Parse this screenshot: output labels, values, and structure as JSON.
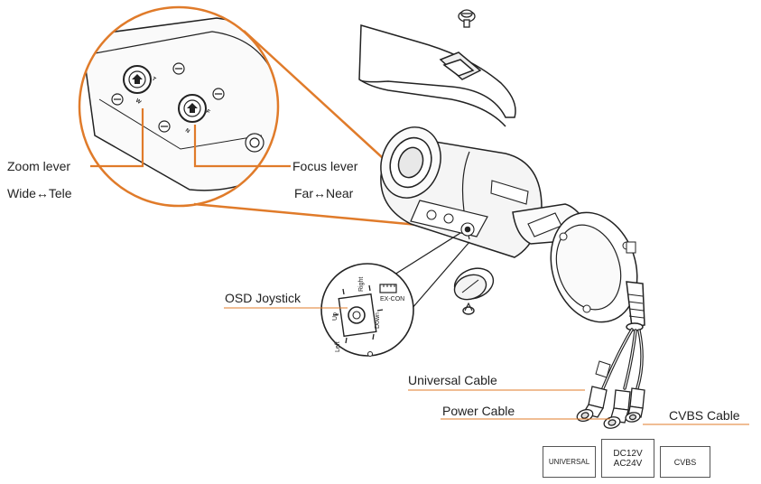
{
  "labels": {
    "zoom_lever": "Zoom lever",
    "wide_tele": "Wide↔Tele",
    "focus_lever": "Focus lever",
    "far_near": "Far↔Near",
    "osd_joystick": "OSD Joystick",
    "universal_cable": "Universal Cable",
    "power_cable": "Power Cable",
    "cvbs_cable": "CVBS Cable"
  },
  "joystick_directions": {
    "up": "Up",
    "right": "Right",
    "left": "Left",
    "down": "Down"
  },
  "connector_label": "EX-CON",
  "lever_markings": {
    "zoom_a": "T",
    "zoom_b": "W",
    "focus_a": "F",
    "focus_b": "N"
  },
  "cable_boxes": {
    "universal": "UNIVERSAL",
    "power_line1": "DC12V",
    "power_line2": "AC24V",
    "cvbs": "CVBS"
  },
  "colors": {
    "callout": "#e07b2a",
    "outline": "#222222"
  }
}
